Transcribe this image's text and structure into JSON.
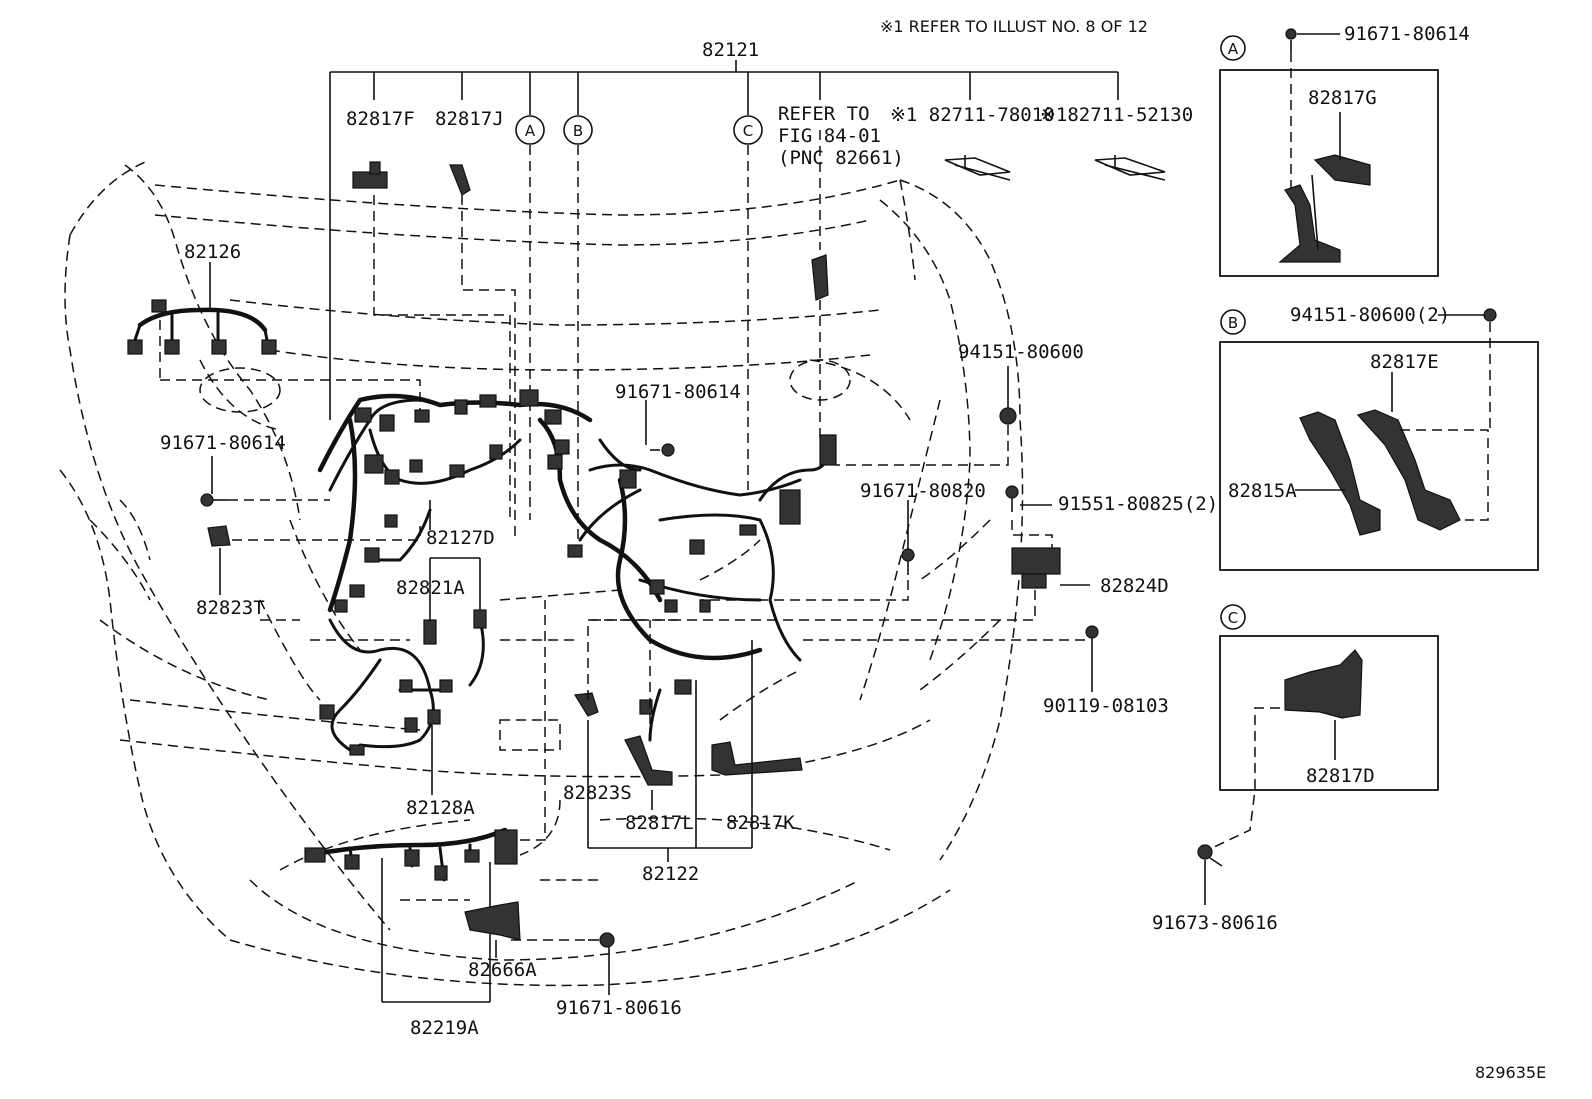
{
  "header_note": "※1 REFER TO ILLUST NO. 8 OF 12",
  "footer_code": "829635E",
  "parts": {
    "p82121": "82121",
    "p82122": "82122",
    "p82126": "82126",
    "p82127D": "82127D",
    "p82821A": "82821A",
    "p82823T": "82823T",
    "p82128A": "82128A",
    "p82219A": "82219A",
    "p82666A": "82666A",
    "p82823S": "82823S",
    "p82817L": "82817L",
    "p82817K": "82817K",
    "p82817F": "82817F",
    "p82817J": "82817J",
    "p82824D": "82824D",
    "p82817G": "82817G",
    "p82817E": "82817E",
    "p82815A": "82815A",
    "p82817D": "82817D",
    "b91671_80614_top": "91671-80614",
    "b91671_80614_mid": "91671-80614",
    "b91671_80614_left": "91671-80614",
    "b91671_80820": "91671-80820",
    "b94151_80600": "94151-80600",
    "b94151_80600_2": "94151-80600(2)",
    "b91551_80825_2": "91551-80825(2)",
    "b90119_08103": "90119-08103",
    "b91673_80616": "91673-80616",
    "b91671_80616": "91671-80616",
    "ref1_a": "※1 82711-78010",
    "ref1_b": "※182711-52130",
    "refer_to_1": "REFER TO",
    "refer_to_2": "FIG 84-01",
    "refer_to_3": "(PNC 82661)"
  },
  "callouts": {
    "a": "A",
    "b": "B",
    "c": "C"
  }
}
